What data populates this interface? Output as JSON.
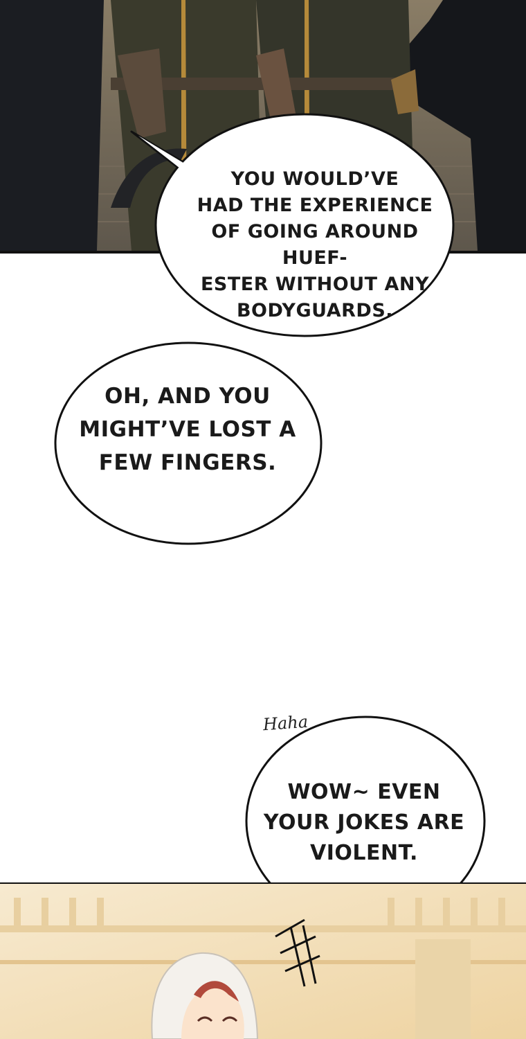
{
  "panels": {
    "top": {
      "scene": "armored-guards-standing-in-hall"
    },
    "bottom": {
      "scene": "white-haired-character-laughing-in-bright-hall"
    }
  },
  "bubbles": [
    {
      "lines": [
        "YOU WOULD’VE",
        "HAD THE EXPERIENCE",
        "OF GOING AROUND HUEF-",
        "ESTER WITHOUT ANY",
        "BODYGUARDS."
      ]
    },
    {
      "lines": [
        "OH, AND YOU",
        "MIGHT’VE LOST A",
        "FEW FINGERS."
      ]
    },
    {
      "lines": [
        "WOW~ EVEN",
        "YOUR JOKES ARE",
        "VIOLENT."
      ]
    }
  ],
  "sfx": {
    "haha": "Haha"
  },
  "colors": {
    "ink": "#111111",
    "bubble_fill": "#ffffff",
    "top_panel_bg": "#6e6455",
    "bottom_panel_bg": "#f3e2bf"
  }
}
